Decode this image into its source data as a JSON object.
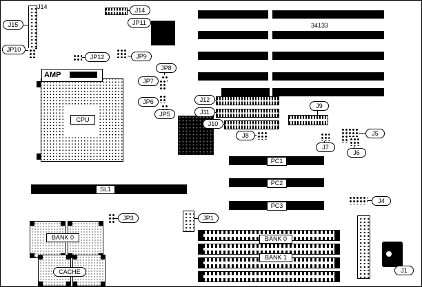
{
  "diagram": {
    "part_number": "34133",
    "labels": {
      "j14_top": "J14",
      "j15": "J15",
      "jp10": "JP10",
      "j14_pill": "J14",
      "jp11": "JP11",
      "jp12": "JP12",
      "jp9": "JP9",
      "jp8": "JP8",
      "jp7": "JP7",
      "jp6": "JP6",
      "jp5": "JP5",
      "amp": "AMP",
      "cpu": "CPU",
      "sl1": "SL1",
      "j12": "J12",
      "j11": "J11",
      "j10": "J10",
      "j9": "J9",
      "j8": "J8",
      "j7": "J7",
      "j6": "J6",
      "j5": "J5",
      "j4": "J4",
      "j1": "J1",
      "jp3": "JP3",
      "jp1": "JP1",
      "pc1": "PC1",
      "pc2": "PC2",
      "pc3": "PC3",
      "bank0_sram": "BANK 0",
      "cache": "CACHE",
      "bank0_simm": "BANK 0",
      "bank1_simm": "BANK 1"
    }
  }
}
